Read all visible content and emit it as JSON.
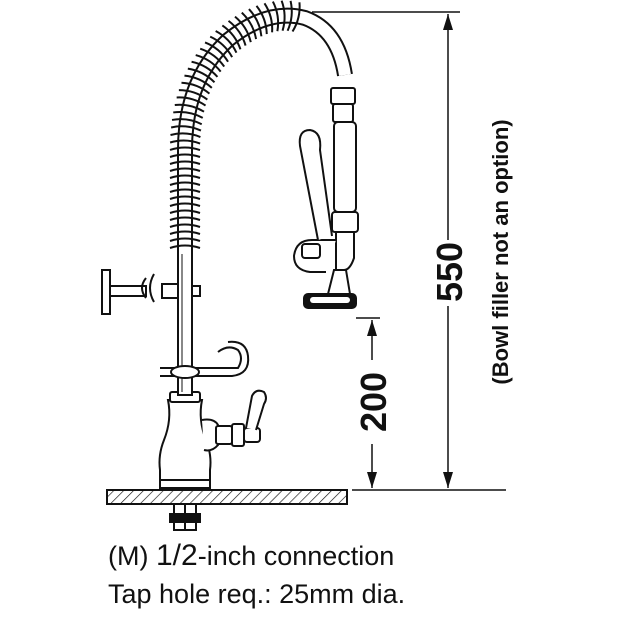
{
  "dimensions": {
    "height_total": "550",
    "height_total_note": "(Bowl filler not an option)",
    "height_spout": "200"
  },
  "caption": {
    "line1_prefix": "(M) ",
    "line1_fraction": "1/2",
    "line1_suffix": "-inch connection",
    "line2": "Tap hole req.: 25mm dia."
  },
  "colors": {
    "ink": "#111111",
    "background": "#ffffff"
  }
}
